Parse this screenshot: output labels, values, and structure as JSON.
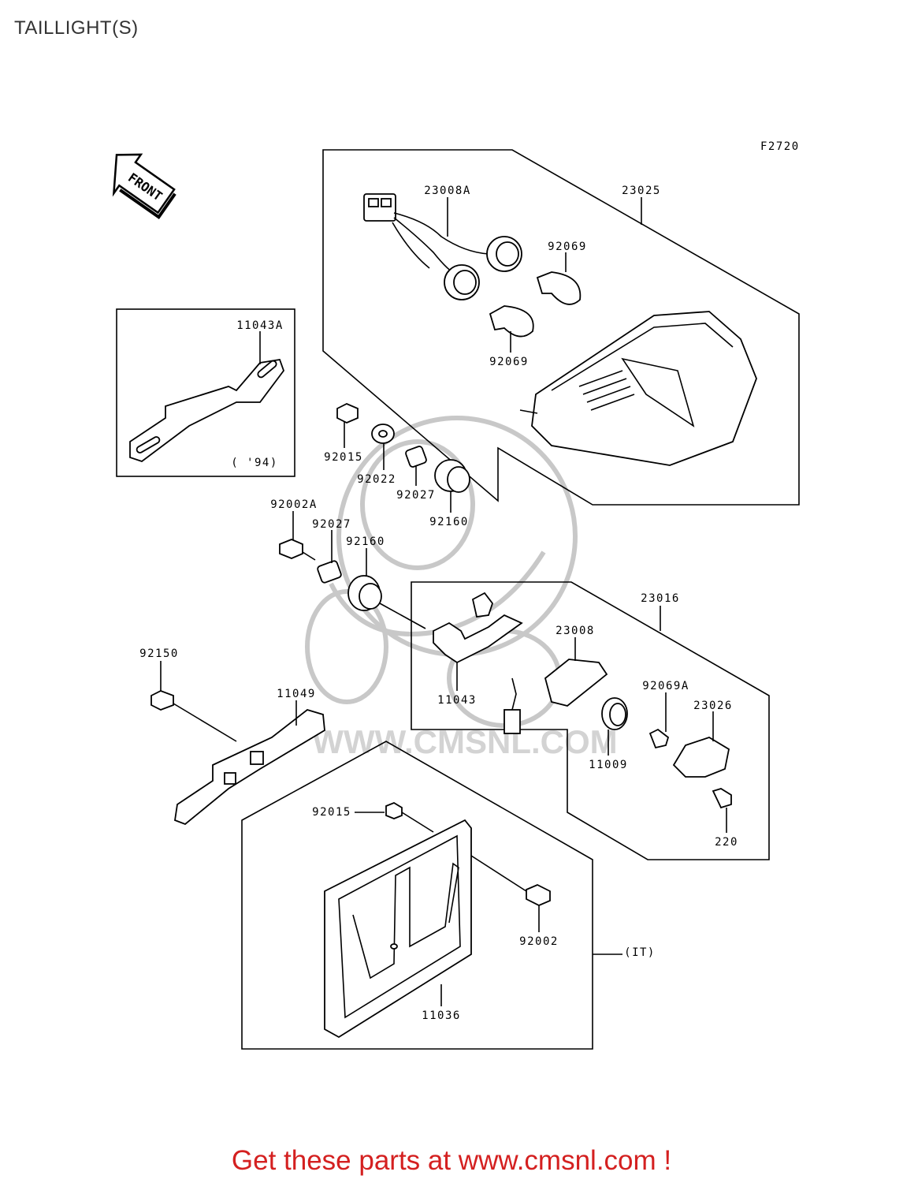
{
  "page": {
    "title": "TAILLIGHT(S)",
    "figure_code": "F2720",
    "front_label": "FRONT"
  },
  "watermark": {
    "text": "WWW.CMSNL.COM",
    "color": "#d3d3d3"
  },
  "groups": {
    "us_94": "( '94)",
    "it": "(IT)"
  },
  "callouts": {
    "p23008A": "23008A",
    "p23025": "23025",
    "p92069_top": "92069",
    "p92069_bottom": "92069",
    "p11043A": "11043A",
    "p92015_top": "92015",
    "p92022": "92022",
    "p92027_top": "92027",
    "p92160_top": "92160",
    "p92002A": "92002A",
    "p92027_mid": "92027",
    "p92160_mid": "92160",
    "p23016": "23016",
    "p23008": "23008",
    "p11043": "11043",
    "p92069A": "92069A",
    "p23026": "23026",
    "p11009": "11009",
    "p220": "220",
    "p92150": "92150",
    "p11049": "11049",
    "p92015_bottom": "92015",
    "p92002": "92002",
    "p11036": "11036"
  },
  "cta": {
    "text": "Get these parts at www.cmsnl.com !",
    "color": "#d42020"
  }
}
